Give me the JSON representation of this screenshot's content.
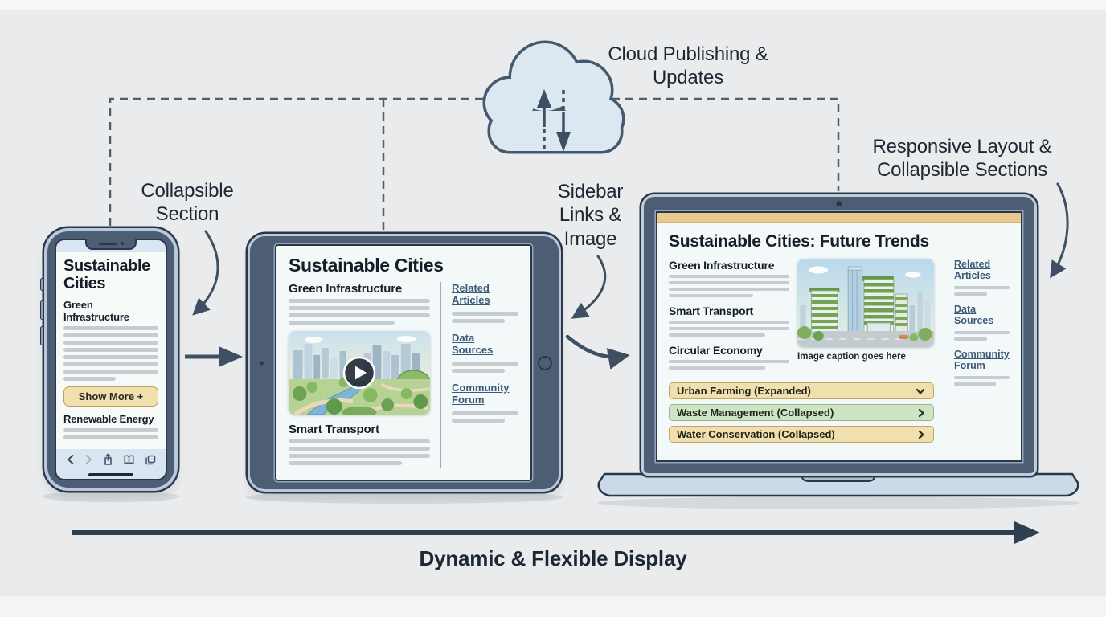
{
  "diagram": {
    "cloud_label": "Cloud Publishing & Updates",
    "collapsible_label": "Collapsible Section",
    "sidebar_label": "Sidebar Links & Image",
    "responsive_label": "Responsive Layout & Collapsible Sections",
    "bottom_label": "Dynamic & Flexible Display"
  },
  "phone": {
    "title": "Sustainable Cities",
    "section1": "Green Infrastructure",
    "show_more_label": "Show More +",
    "section2": "Renewable Energy"
  },
  "tablet": {
    "title": "Sustainable Cities",
    "section1": "Green Infrastructure",
    "section2": "Smart Transport",
    "links": [
      {
        "label": "Related Articles"
      },
      {
        "label": "Data Sources"
      },
      {
        "label": "Community Forum"
      }
    ]
  },
  "laptop": {
    "title": "Sustainable Cities: Future Trends",
    "section1": "Green Infrastructure",
    "section2": "Smart Transport",
    "section3": "Circular Economy",
    "image_caption": "Image caption goes here",
    "links": [
      {
        "label": "Related Articles"
      },
      {
        "label": "Data Sources"
      },
      {
        "label": "Community Forum"
      }
    ],
    "accordions": [
      {
        "label": "Urban Farming (Expanded)",
        "state": "expanded"
      },
      {
        "label": "Waste Management (Collapsed)",
        "state": "collapsed"
      },
      {
        "label": "Water Conservation (Collapsed)",
        "state": "collapsed"
      }
    ]
  },
  "colors": {
    "accent_tan": "#f2dfae",
    "accent_green": "#cfe3c5",
    "link_blue": "#3c5a78",
    "frame_slate": "#4d5e74",
    "header_strip": "#e9c98d",
    "arrow": "#3f4f63"
  }
}
